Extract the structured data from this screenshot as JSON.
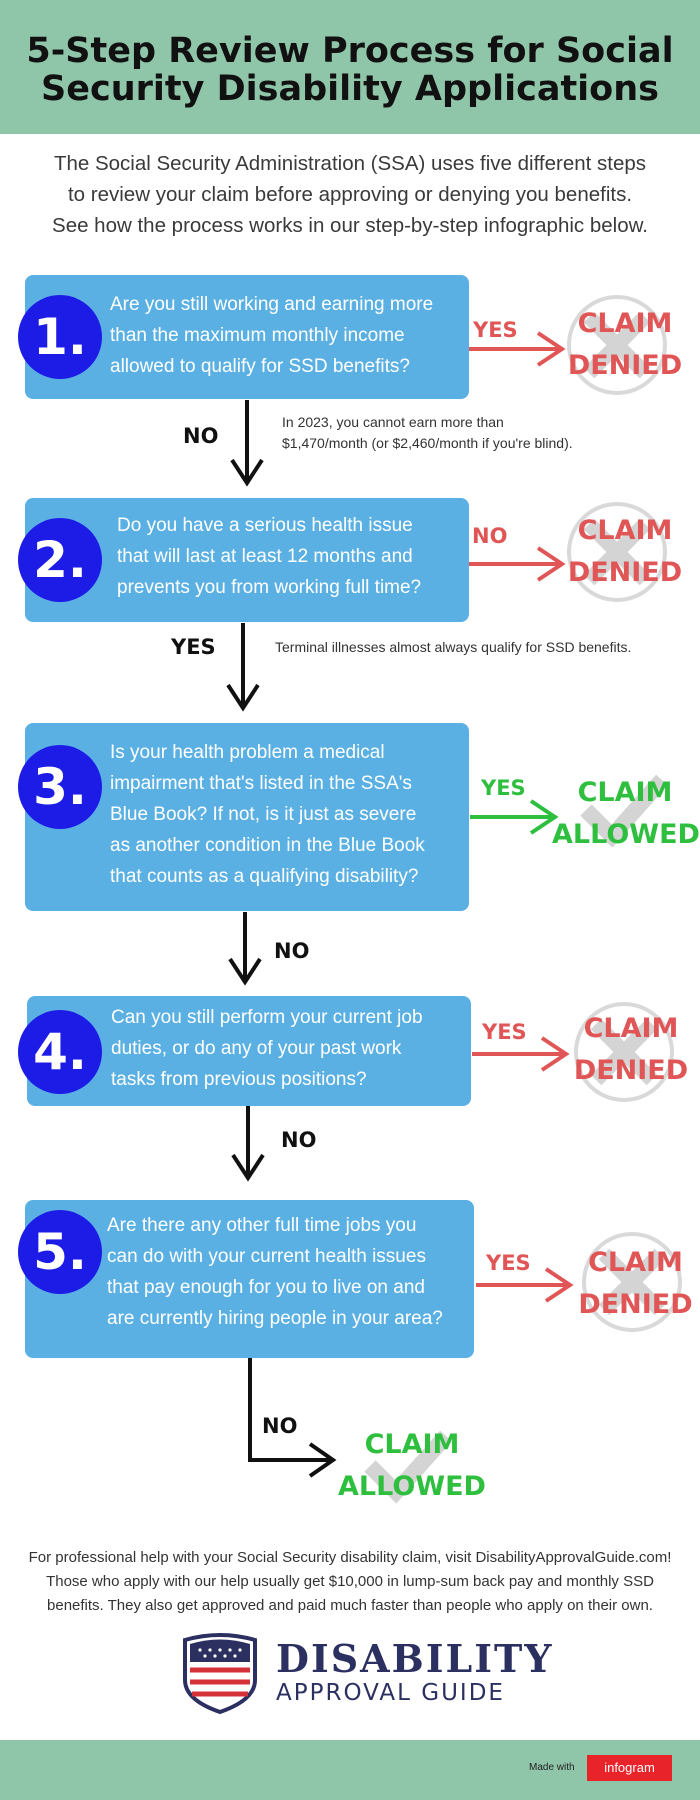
{
  "title": {
    "line1": "5-Step Review Process for Social",
    "line2": "Security Disability Applications"
  },
  "intro": {
    "line1": "The Social Security Administration (SSA) uses five different steps",
    "line2": "to review your claim before approving or denying you benefits.",
    "line3": "See how the process works in our step-by-step infographic below."
  },
  "steps": [
    {
      "number": "1.",
      "lines": [
        "Are you still working and earning more",
        "than the maximum monthly income",
        "allowed to qualify for SSD benefits?"
      ],
      "side_label": "YES",
      "result": [
        "CLAIM",
        "DENIED"
      ],
      "down_label": "NO",
      "note": [
        "In 2023, you cannot earn more than",
        "$1,470/month (or $2,460/month if you're blind)."
      ]
    },
    {
      "number": "2.",
      "lines": [
        "Do you have a serious health issue",
        "that will last at least 12 months and",
        "prevents you from working full time?"
      ],
      "side_label": "NO",
      "result": [
        "CLAIM",
        "DENIED"
      ],
      "down_label": "YES",
      "note": [
        "Terminal illnesses almost always qualify for SSD benefits."
      ]
    },
    {
      "number": "3.",
      "lines": [
        "Is your health problem a medical",
        "impairment that's listed in the SSA's",
        "Blue Book? If not, is it just as severe",
        "as another condition in the Blue Book",
        "that counts as a qualifying disability?"
      ],
      "side_label": "YES",
      "result": [
        "CLAIM",
        "ALLOWED"
      ],
      "down_label": "NO"
    },
    {
      "number": "4.",
      "lines": [
        "Can you still perform your current job",
        "duties, or do any of your past work",
        "tasks from previous positions?"
      ],
      "side_label": "YES",
      "result": [
        "CLAIM",
        "DENIED"
      ],
      "down_label": "NO"
    },
    {
      "number": "5.",
      "lines": [
        "Are there any other full time jobs you",
        "can do with your current health issues",
        "that pay enough for you to live on and",
        "are currently hiring people in your area?"
      ],
      "side_label": "YES",
      "result": [
        "CLAIM",
        "DENIED"
      ],
      "down_label": "NO"
    }
  ],
  "final_result": [
    "CLAIM",
    "ALLOWED"
  ],
  "footer": {
    "line1": "For professional help with your Social Security disability claim, visit DisabilityApprovalGuide.com!",
    "line2": "Those who apply with our help usually get $10,000 in lump-sum back pay and monthly SSD",
    "line3": "benefits. They also get approved and paid much faster than people who apply on their own."
  },
  "brand": {
    "name": "DISABILITY",
    "tagline": "APPROVAL GUIDE",
    "logo_icon": "us-flag-shield-icon"
  },
  "credit": {
    "made_with": "Made with",
    "tool": "infogram"
  },
  "colors": {
    "header_green": "#8fc5a8",
    "box_blue": "#5bb0e3",
    "circle_blue": "#1d1ce6",
    "denied_red": "#e05555",
    "allowed_green": "#2fbf3f"
  }
}
